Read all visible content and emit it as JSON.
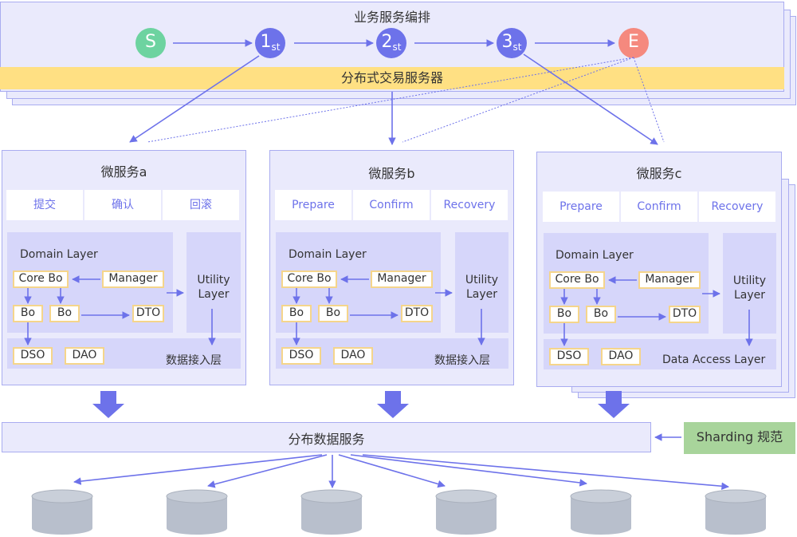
{
  "orchestration": {
    "title": "业务服务编排",
    "tx_server": "分布式交易服务器",
    "nodes": [
      {
        "main": "S",
        "sub": ""
      },
      {
        "main": "1",
        "sub": "st"
      },
      {
        "main": "2",
        "sub": "st"
      },
      {
        "main": "3",
        "sub": "st"
      },
      {
        "main": "E",
        "sub": ""
      }
    ],
    "colors": {
      "start": "#6dd3a0",
      "step": "#6d72ea",
      "end": "#f5897e"
    }
  },
  "services": [
    {
      "title": "微服务a",
      "tabs": [
        "提交",
        "确认",
        "回滚"
      ],
      "domain_label": "Domain Layer",
      "core": "Core Bo",
      "manager": "Manager",
      "bo1": "Bo",
      "bo2": "Bo",
      "dto": "DTO",
      "utility": "Utility Layer",
      "dso": "DSO",
      "dao": "DAO",
      "access": "数据接入层"
    },
    {
      "title": "微服务b",
      "tabs": [
        "Prepare",
        "Confirm",
        "Recovery"
      ],
      "domain_label": "Domain Layer",
      "core": "Core Bo",
      "manager": "Manager",
      "bo1": "Bo",
      "bo2": "Bo",
      "dto": "DTO",
      "utility": "Utility Layer",
      "dso": "DSO",
      "dao": "DAO",
      "access": "数据接入层"
    },
    {
      "title": "微服务c",
      "tabs": [
        "Prepare",
        "Confirm",
        "Recovery"
      ],
      "domain_label": "Domain Layer",
      "core": "Core Bo",
      "manager": "Manager",
      "bo1": "Bo",
      "bo2": "Bo",
      "dto": "DTO",
      "utility": "Utility Layer",
      "dso": "DSO",
      "dao": "DAO",
      "access": "Data Access Layer"
    }
  ],
  "data_service": {
    "label": "分布数据服务"
  },
  "sharding": {
    "label": "Sharding 规范"
  },
  "databases": {
    "count": 6,
    "color": "#b8bfcc"
  }
}
